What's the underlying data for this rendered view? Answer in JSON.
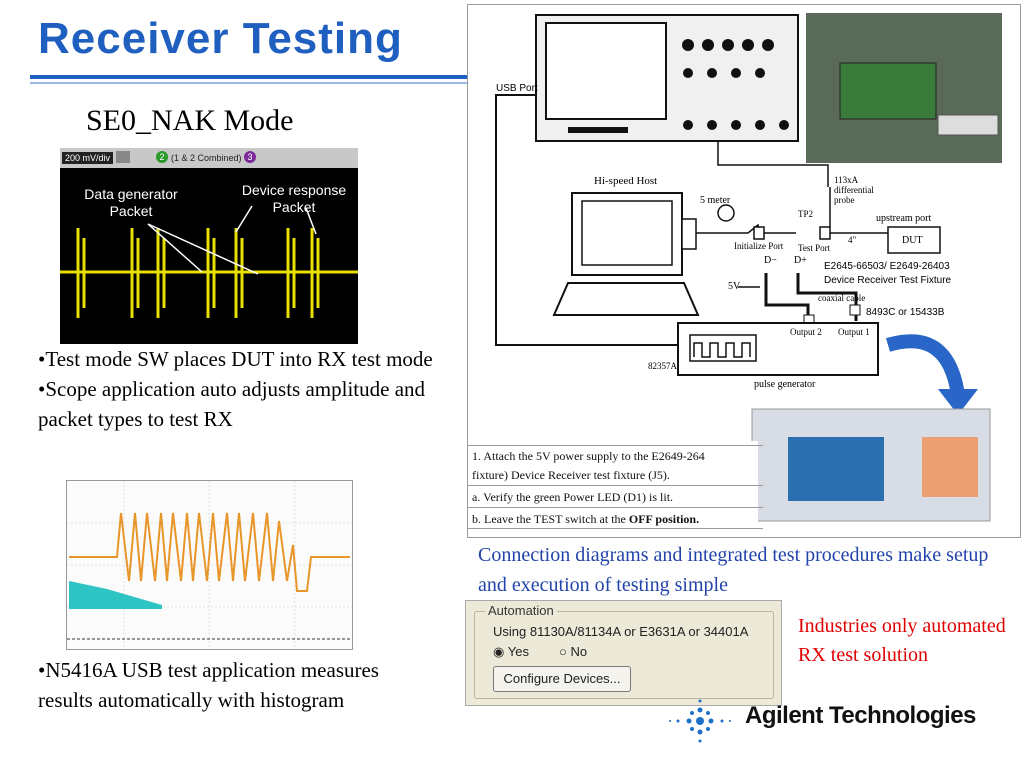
{
  "slide": {
    "title": "Receiver  Testing",
    "subtitle": "SE0_NAK Mode",
    "bullets_top": [
      "•Test mode SW places DUT into RX test mode",
      "•Scope application auto adjusts amplitude and packet types to test RX"
    ],
    "bullets_bottom": [
      "•N5416A USB test application measures results automatically with histogram"
    ],
    "caption": "Connection diagrams and integrated test procedures make setup and execution of testing simple",
    "industries_note": "Industries only automated RX test solution",
    "logo": "Agilent Technologies"
  },
  "scope": {
    "toolbar_scale": "200 mV/div",
    "toolbar_channel": "(1 & 2 Combined)",
    "toolbar_badge2": "2",
    "toolbar_badge3": "3",
    "label_left": "Data generator\nPacket",
    "label_right": "Device response\nPacket"
  },
  "diagram": {
    "usb_port": "USB Port",
    "hi_speed_host": "Hi-speed Host",
    "meter": "5 meter",
    "initialize_port": "Initialize Port",
    "test_port": "Test Port",
    "tp2": "TP2",
    "probe": "113xA\ndifferential\nprobe",
    "upstream_port": "upstream port",
    "four_in": "4\"",
    "dut": "DUT",
    "fixture_model": "E2645-66503/ E2649-26403",
    "fixture_name": "Device Receiver Test Fixture",
    "d_minus": "D−",
    "d_plus": "D+",
    "coax": "coaxial cable",
    "five_v": "5V",
    "attenuator": "8493C or 15433B",
    "output2": "Output 2",
    "output1": "Output 1",
    "pulse_generator": "pulse generator",
    "gpib": "82357A"
  },
  "procedure": {
    "row1a": "1. Attach the 5V power supply to the E2649-264",
    "row1b": "fixture) Device Receiver test fixture (J5).",
    "row2": "a. Verify the green Power LED (D1) is lit.",
    "row3_pre": "b. Leave the TEST switch at the ",
    "row3_bold": "OFF position."
  },
  "automation": {
    "legend": "Automation",
    "using": "Using 81130A/81134A or E3631A or 34401A",
    "yes": "Yes",
    "no": "No",
    "selected": "Yes",
    "configure": "Configure Devices..."
  },
  "colors": {
    "title_blue": "#1f5fbf",
    "caption_blue": "#2244aa",
    "note_red": "#e00000",
    "trace_yellow": "#e8e000",
    "trace_orange": "#e8952a",
    "trace_cyan": "#2ec4c4"
  }
}
